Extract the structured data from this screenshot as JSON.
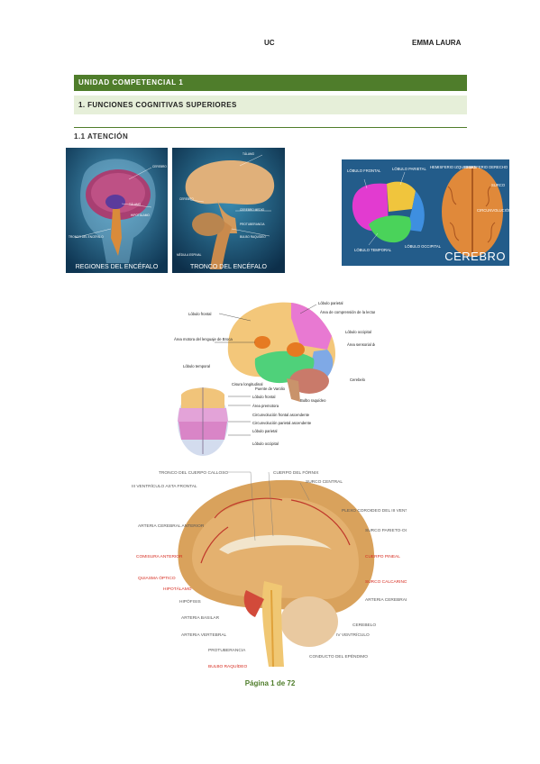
{
  "header": {
    "left": "UC",
    "right": "EMMA LAURA"
  },
  "sections": {
    "unit": "UNIDAD COMPETENCIAL 1",
    "topic": "1. FUNCIONES COGNITIVAS SUPERIORES",
    "subtopic": "1.1 ATENCIÓN"
  },
  "figures": {
    "regiones": {
      "caption": "REGIONES DEL ENCÉFALO",
      "labels": [
        "CEREBRO",
        "TÁLAMO",
        "HIPOTÁLAMO",
        "TRONCO DEL ENCÉFALO"
      ]
    },
    "tronco": {
      "caption": "TRONCO DEL ENCÉFALO",
      "labels": [
        "TÁLAMO",
        "CEREBRO",
        "CEREBRO MEDIO",
        "PROTUBERANCIA",
        "BULBO RAQUÍDEO",
        "MÉDULA ESPINAL"
      ]
    },
    "cerebro": {
      "caption": "CEREBRO",
      "labels": [
        "LÓBULO FRONTAL",
        "LÓBULO PARIETAL",
        "HEMISFERIO IZQUIERDO",
        "HEMISFERIO DERECHO",
        "SURCO",
        "CIRCUNVOLUCIÓN",
        "LÓBULO TEMPORAL",
        "LÓBULO OCCIPITAL"
      ]
    },
    "lobes": {
      "labels": [
        "Lóbulo frontal",
        "Lóbulo parietal",
        "Área de comprensión de la lectura",
        "Lóbulo occipital",
        "Área motora del lenguaje de Broca",
        "Área sensorial del lenguaje de Wernicke",
        "Lóbulo temporal",
        "Cerebelo",
        "Puente de Varolio",
        "Bulbo raquídeo"
      ]
    },
    "top_view": {
      "labels": [
        "Cisura longitudinal",
        "Lóbulo frontal",
        "Área premotora",
        "Circunvolución frontal ascendente",
        "Circunvolución parietal ascendente",
        "Lóbulo parietal",
        "Lóbulo occipital"
      ]
    },
    "sagittal": {
      "labels_left": [
        "TRONCO DEL CUERPO CALLOSO",
        "III VENTRÍCULO ASTA FRONTAL",
        "ARTERIA CEREBRAL ANTERIOR",
        "COMISURA ANTERIOR",
        "QUIASMA ÓPTICO",
        "HIPOTÁLAMO",
        "HIPÓFISIS",
        "ARTERIA BASILAR",
        "ARTERIA VERTEBRAL",
        "PROTUBERANCIA",
        "BULBO RAQUÍDEO"
      ],
      "labels_right": [
        "CUERPO DEL FÓRNIX",
        "SURCO CENTRAL",
        "PLEXO COROIDEO DEL III VENTRÍCULO",
        "SURCO PARIETO-OCCIPITAL",
        "CUERPO PINEAL",
        "SURCO CALCARINO",
        "ARTERIA CEREBRAL POSTERIOR",
        "CEREBELO",
        "IV VENTRÍCULO",
        "CONDUCTO DEL EPÉNDIMO"
      ]
    }
  },
  "footer": {
    "page": "Página 1 de 72"
  },
  "colors": {
    "accent": "#4f7d2b",
    "light_accent": "#e6efd9",
    "red_label": "#d62a1e"
  }
}
